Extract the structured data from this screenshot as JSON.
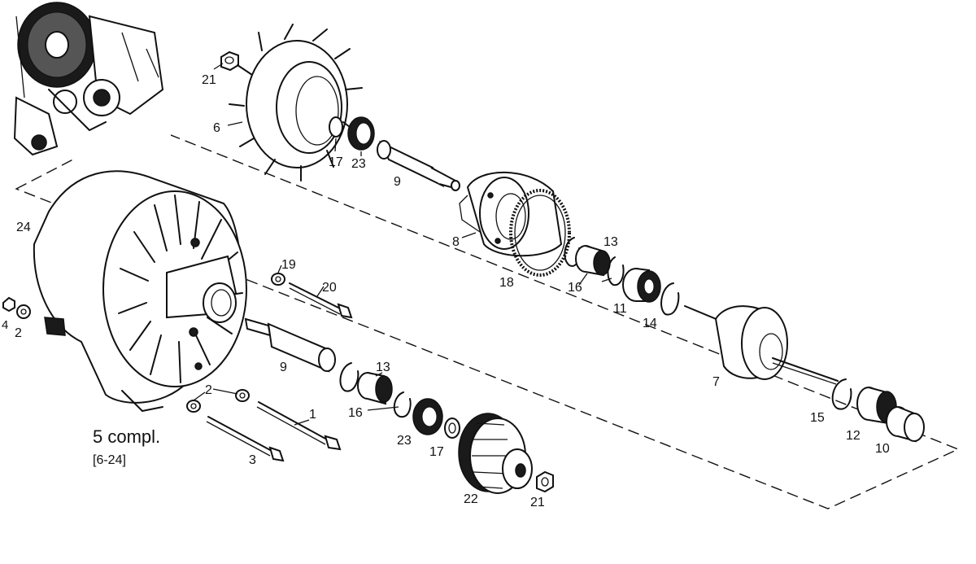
{
  "labels": {
    "l21a": "21",
    "l6": "6",
    "l17a": "17",
    "l23a": "23",
    "l9a": "9",
    "l8": "8",
    "l13a": "13",
    "l18": "18",
    "l16a": "16",
    "l11": "11",
    "l14": "14",
    "l7": "7",
    "l24": "24",
    "l19": "19",
    "l20": "20",
    "l4": "4",
    "l2a": "2",
    "l9b": "9",
    "l13b": "13",
    "l16b": "16",
    "l2b": "2",
    "l1": "1",
    "l3": "3",
    "l23b": "23",
    "l17b": "17",
    "l22": "22",
    "l21b": "21",
    "l15": "15",
    "l12": "12",
    "l10": "10"
  },
  "assembly": {
    "title": "5 compl.",
    "range": "[6-24]"
  }
}
